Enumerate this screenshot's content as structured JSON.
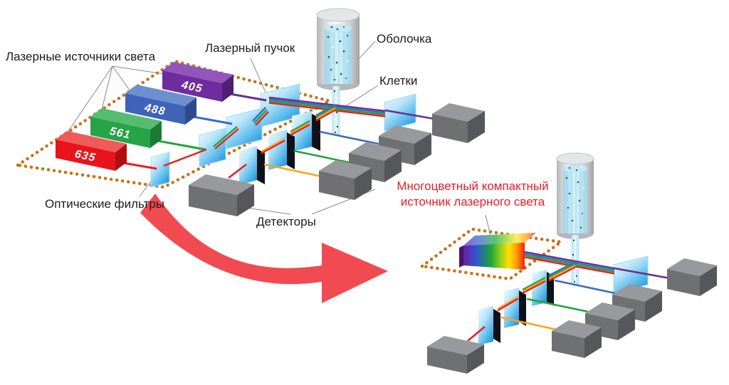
{
  "figure": {
    "labels": {
      "laser_sources": "Лазерные источники света",
      "laser_beam": "Лазерный пучок",
      "sheath": "Оболочка",
      "cells": "Клетки",
      "optical_filters": "Оптические фильтры",
      "detectors": "Детекторы",
      "compact_source_line1": "Многоцветный компактный",
      "compact_source_line2": "источник лазерного света"
    },
    "lasers": [
      {
        "label": "405",
        "color": "#6e2c9e"
      },
      {
        "label": "488",
        "color": "#3f63b8"
      },
      {
        "label": "561",
        "color": "#27a347"
      },
      {
        "label": "635",
        "color": "#e8141c"
      }
    ],
    "beam_colors": {
      "violet": "#6a2d91",
      "blue": "#3a6bc4",
      "green": "#1fa637",
      "yellow": "#f6a71b",
      "red": "#ed1c24"
    },
    "accents": {
      "highlight_text": "#ec1c24",
      "dotted_outline": "#c77118",
      "arrow": "#f14a50",
      "label_text": "#1c1c1c",
      "filter_glass": "#4ab4ea",
      "detector_gray": "#6e7072"
    }
  }
}
